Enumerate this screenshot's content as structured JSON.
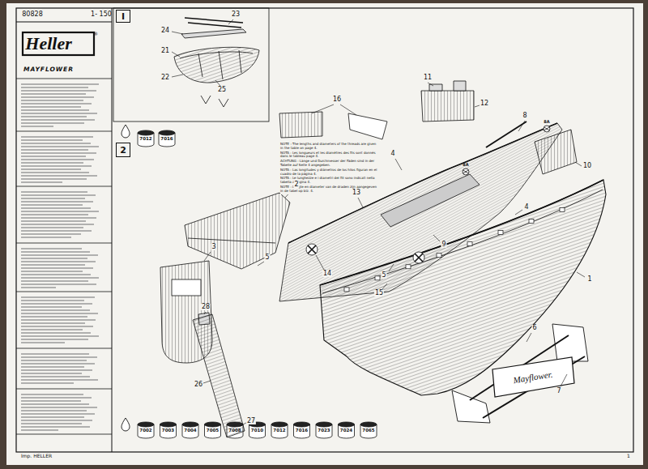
{
  "diagram": {
    "title": "MAYFLOWER",
    "nodes": [
      {
        "text": [
          "I"
        ]
      },
      {
        "text": [
          "2"
        ]
      }
    ],
    "labels": [
      "Heller",
      "®",
      "80828",
      "1- 150",
      "23",
      "24",
      "21",
      "22",
      "25",
      "11",
      "16",
      "12",
      "8",
      "4",
      "10",
      "2",
      "13",
      "4",
      "9",
      "14",
      "5",
      "15",
      "3",
      "5",
      "1",
      "6",
      "7",
      "28",
      "26",
      "27",
      "8A",
      "8A",
      "7012",
      "7016",
      "7002",
      "7003",
      "7004",
      "7005",
      "7008",
      "7010",
      "7012",
      "7016",
      "7023",
      "7024",
      "7065",
      "Mayflower.",
      "Imp. HELLER",
      "1",
      "NOTE : The lengths and diameters of the threads are given in the table on page 4.",
      "NOTA : Les longueurs et les diamètres des fils sont donnés dans le tableau page 4.",
      "ACHTUNG : Länge und Durchmesser der Fäden sind in der Tabelle auf Seite 4 angegeben.",
      "NOTA : Las longitudes y diámetros de los hilos figuran en el cuadro de la página 4.",
      "NOTA : Le lunghezze e i diametri dei fili sono indicati nella tabella a pagina 4.",
      "NOTE : Lengte en diameter van de draden zijn aangegeven in de tabel op blz. 4."
    ]
  }
}
